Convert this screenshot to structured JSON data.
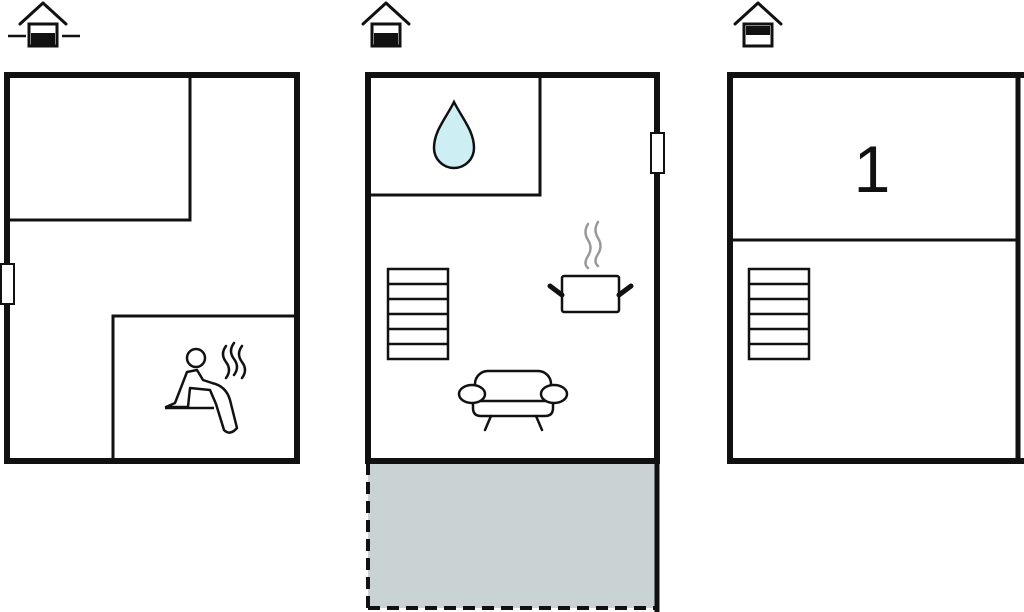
{
  "plans": [
    {
      "name": "basement-floor",
      "level_icon": "house-level-basement-icon",
      "rooms": [
        "sauna"
      ]
    },
    {
      "name": "ground-floor",
      "level_icon": "house-level-ground-icon",
      "rooms": [
        "bathroom",
        "kitchen",
        "living-room",
        "terrace"
      ]
    },
    {
      "name": "upper-floor",
      "level_icon": "house-level-upper-icon",
      "rooms": [
        "bedroom"
      ]
    }
  ],
  "labels": {
    "bedroom_count": "1"
  },
  "colors": {
    "wall": "#111111",
    "water": "#cdeef3",
    "terrace": "#c9d3d3",
    "smoke": "#999999"
  }
}
